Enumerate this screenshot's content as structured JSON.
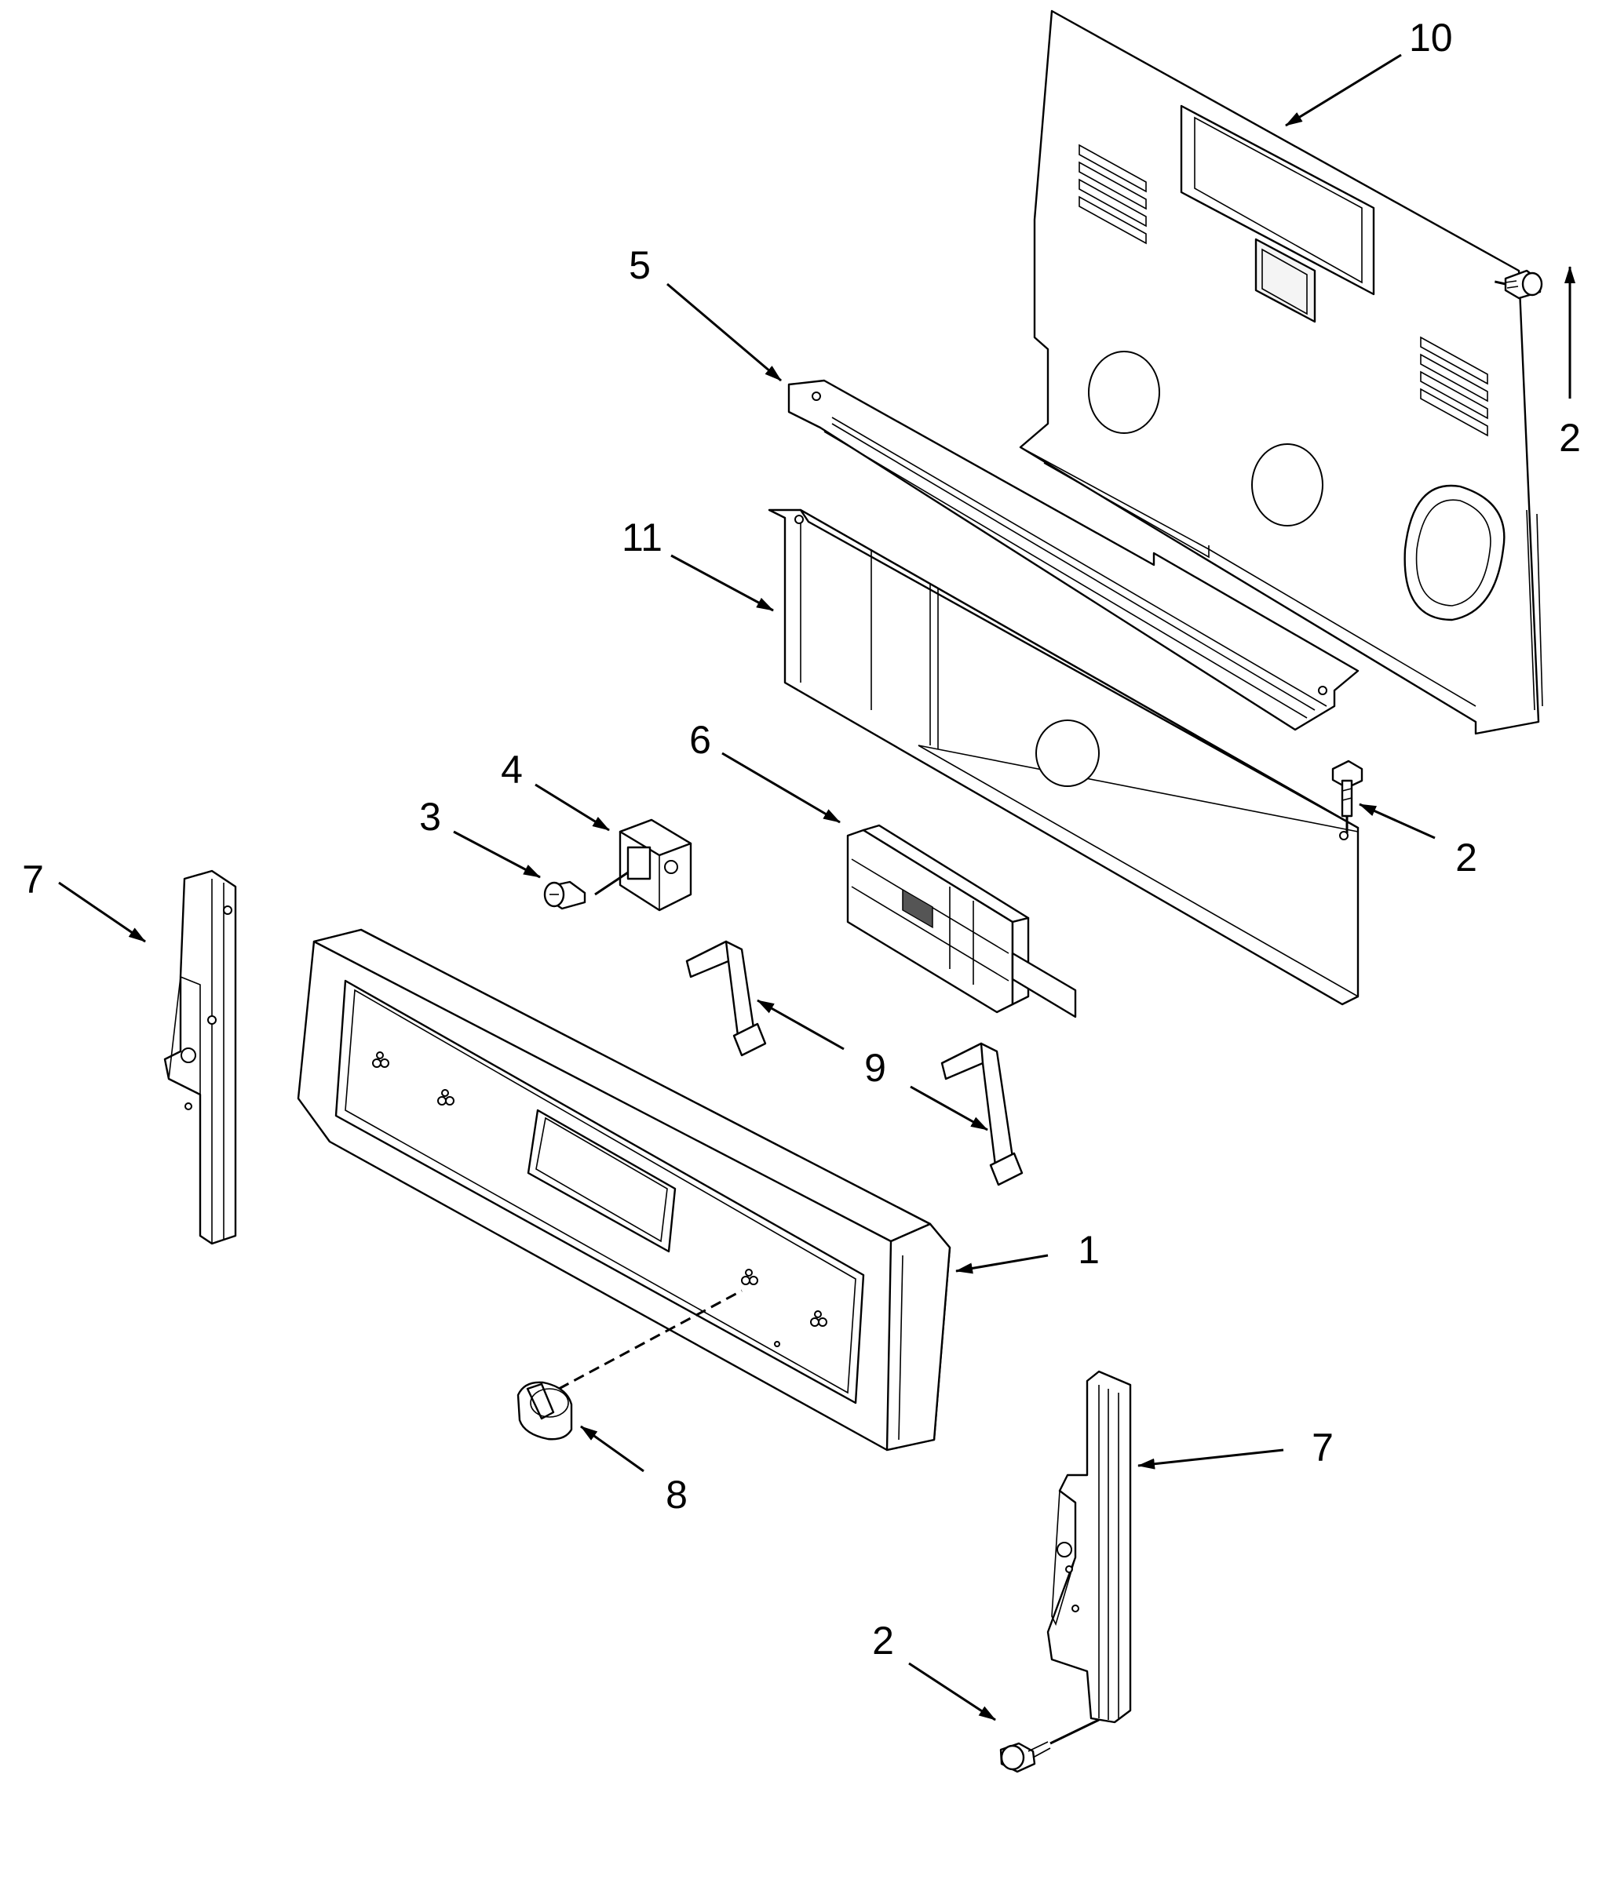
{
  "callouts": [
    {
      "id": "back-panel",
      "number": "10"
    },
    {
      "id": "screw-back-panel",
      "number": "2"
    },
    {
      "id": "top-trim",
      "number": "5"
    },
    {
      "id": "control-panel-support",
      "number": "11"
    },
    {
      "id": "control-board",
      "number": "6"
    },
    {
      "id": "screw-support",
      "number": "2"
    },
    {
      "id": "switch",
      "number": "4"
    },
    {
      "id": "switch-screw",
      "number": "3"
    },
    {
      "id": "end-cap-left",
      "number": "7"
    },
    {
      "id": "bracket",
      "number": "9"
    },
    {
      "id": "control-panel",
      "number": "1"
    },
    {
      "id": "knob",
      "number": "8"
    },
    {
      "id": "end-cap-right",
      "number": "7"
    },
    {
      "id": "screw-end-cap",
      "number": "2"
    }
  ]
}
